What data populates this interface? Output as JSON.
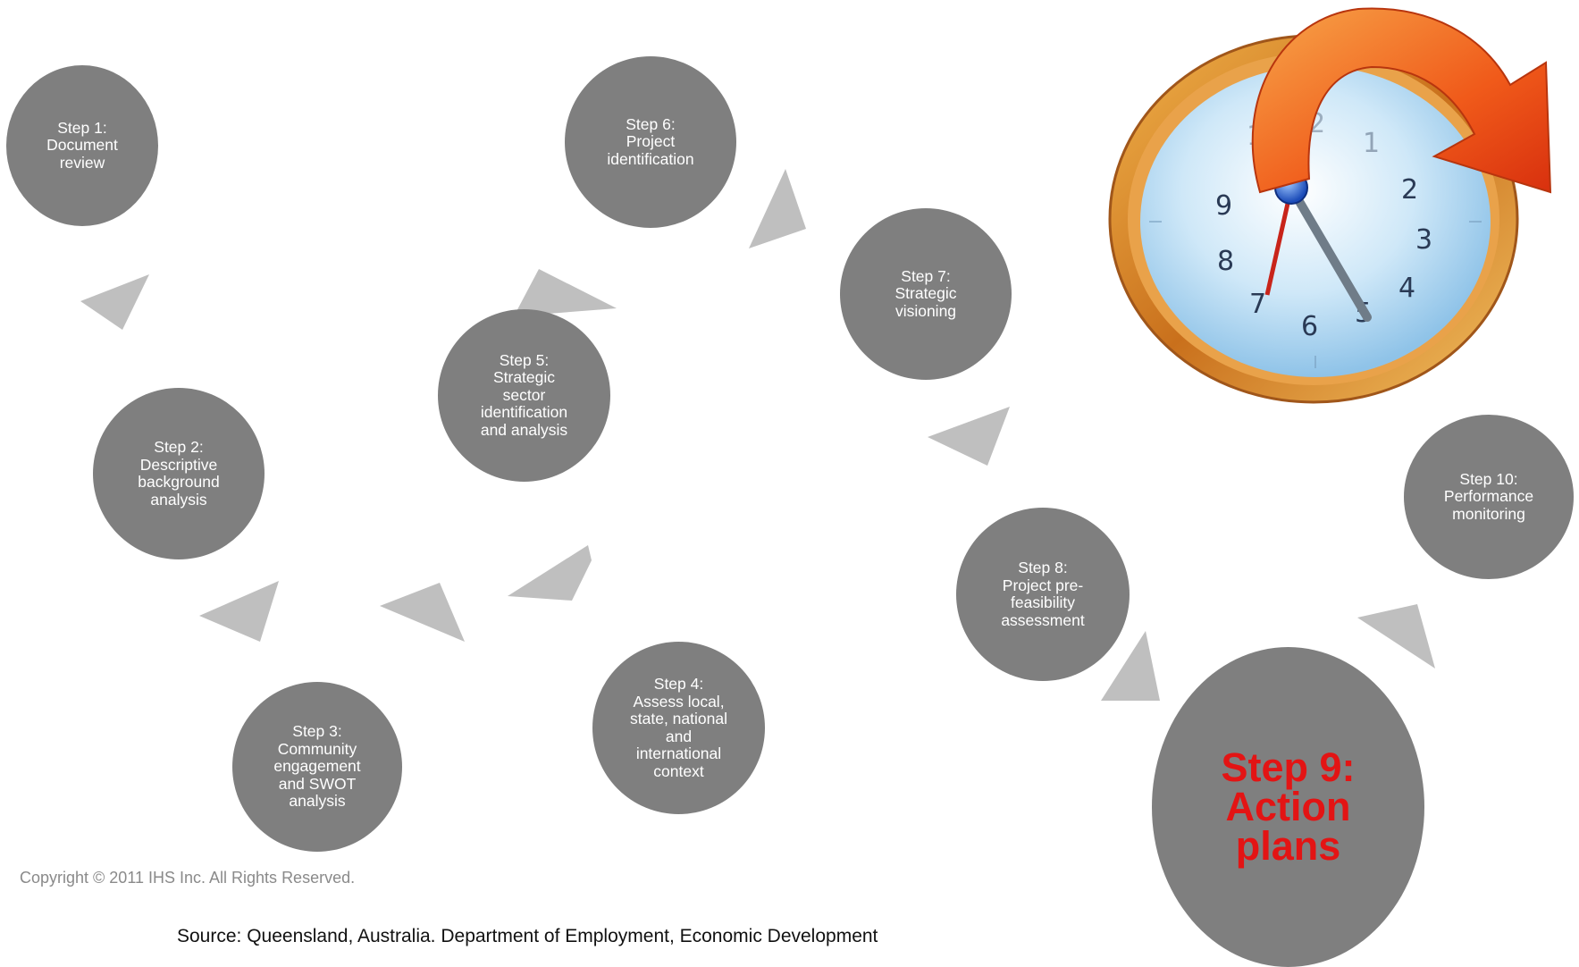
{
  "steps": [
    {
      "id": "1",
      "label": "Step 1:\nDocument\nreview"
    },
    {
      "id": "2",
      "label": "Step 2:\nDescriptive\nbackground\nanalysis"
    },
    {
      "id": "3",
      "label": "Step 3:\nCommunity\nengagement\nand SWOT\nanalysis"
    },
    {
      "id": "4",
      "label": "Step 4:\nAssess local,\nstate, national\nand\ninternational\ncontext"
    },
    {
      "id": "5",
      "label": "Step 5:\nStrategic\nsector\nidentification\nand analysis"
    },
    {
      "id": "6",
      "label": "Step 6:\nProject\nidentification"
    },
    {
      "id": "7",
      "label": "Step 7:\nStrategic\nvisioning"
    },
    {
      "id": "8",
      "label": "Step 8:\nProject pre-\nfeasibility\nassessment"
    },
    {
      "id": "9",
      "label": "Step 9:\nAction\nplans"
    },
    {
      "id": "10",
      "label": "Step 10:\nPerformance\nmonitoring"
    }
  ],
  "clock_numerals": [
    "11",
    "12",
    "1",
    "2",
    "3",
    "4",
    "5",
    "6",
    "7",
    "8",
    "9"
  ],
  "copyright": "Copyright © 2011 IHS Inc. All Rights Reserved.",
  "source": "Source: Queensland, Australia. Department of Employment, Economic Development",
  "colors": {
    "step_circle": "#7f7f7f",
    "highlight_text": "#e31414",
    "arrow": "#bfbfbf",
    "clock_rim": "#d48a2a",
    "clock_face": "#bfe0f5",
    "clock_arrow": "#f05a1a"
  }
}
